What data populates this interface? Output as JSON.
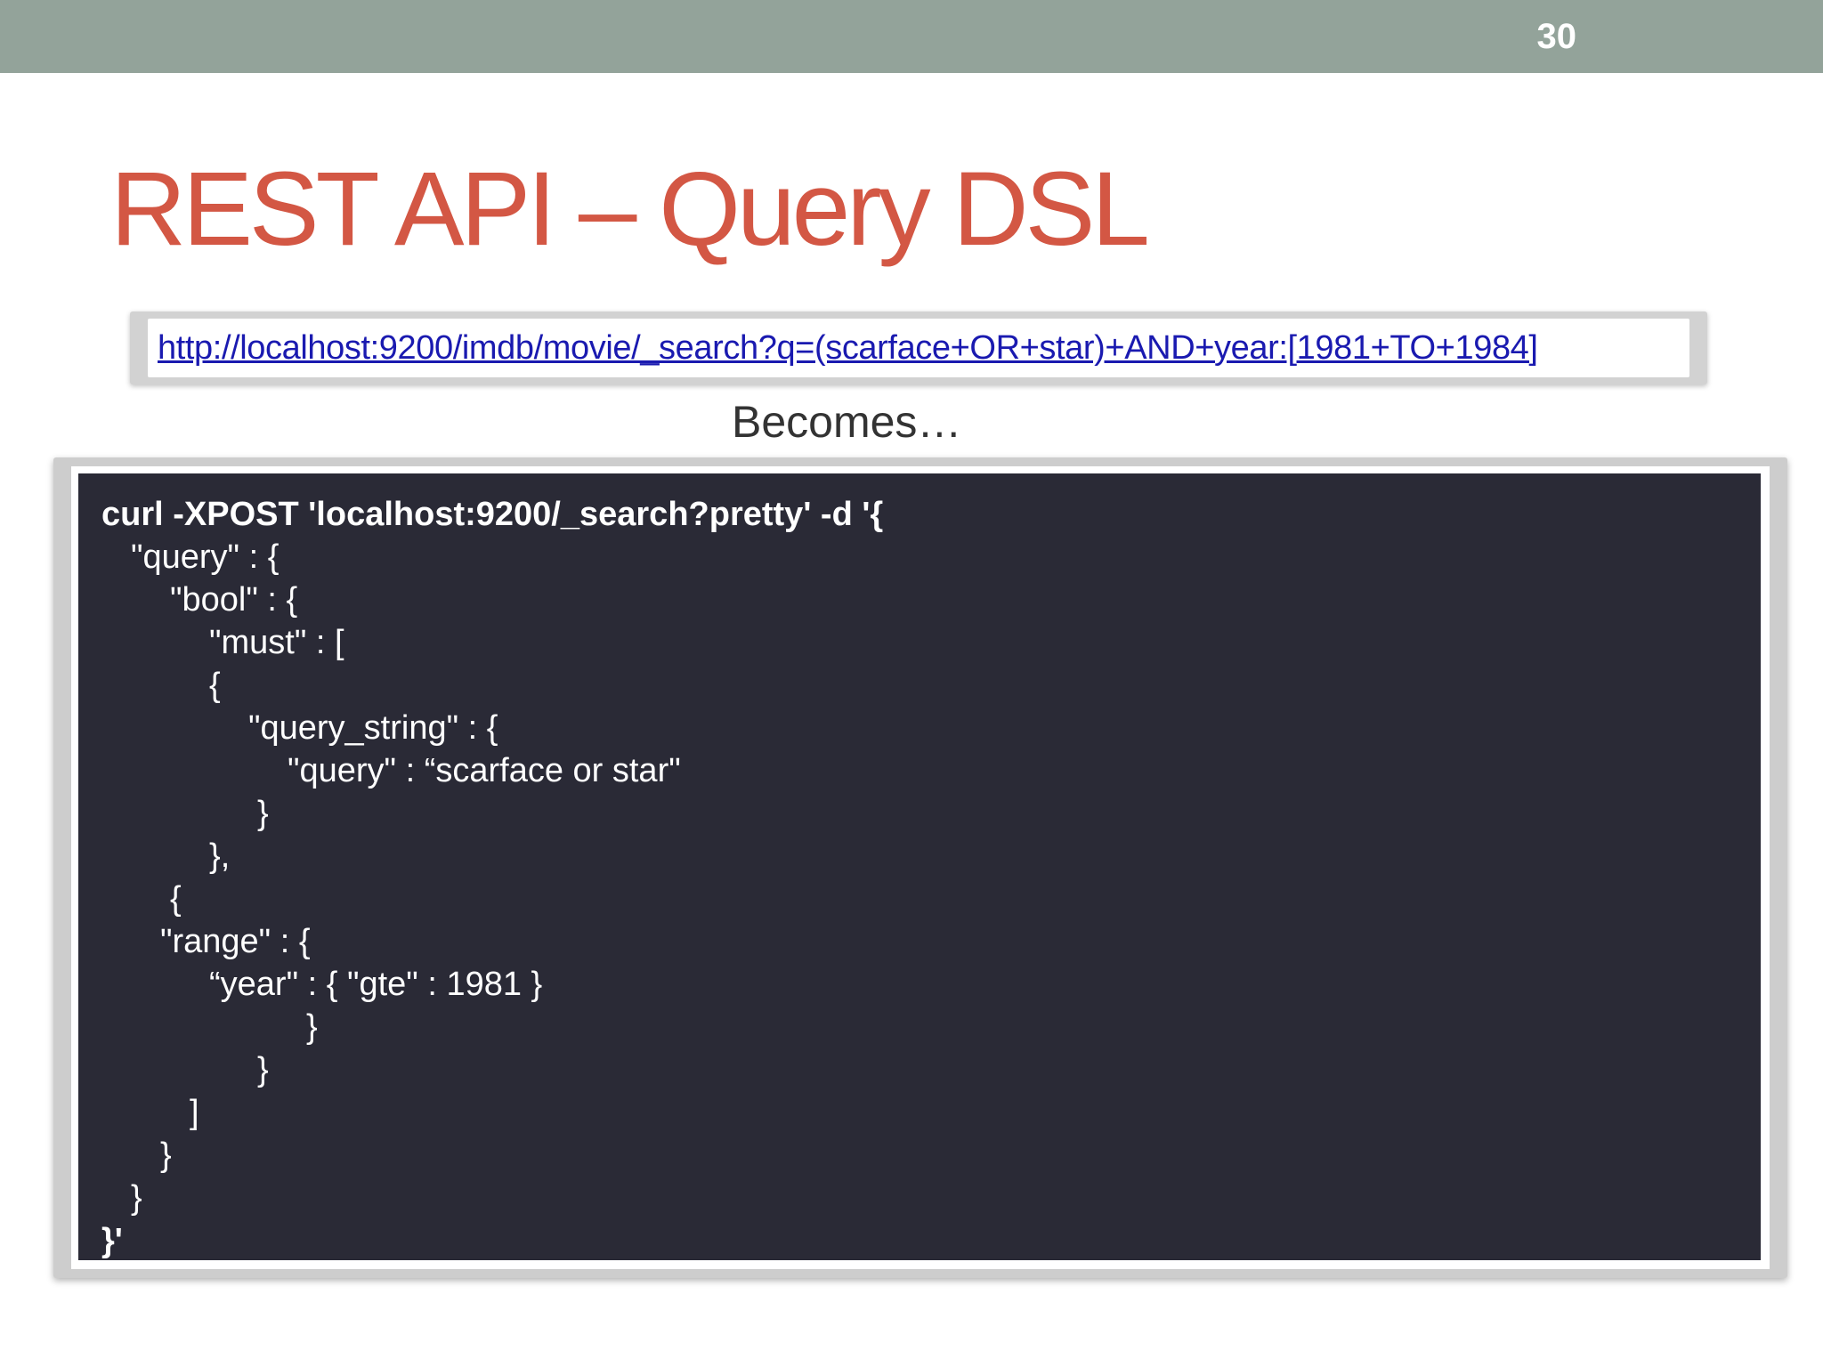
{
  "slide": {
    "number": "30",
    "title": "REST API – Query DSL",
    "url": "http://localhost:9200/imdb/movie/_search?q=(scarface+OR+star)+AND+year:[1981+TO+1984]",
    "becomes": "Becomes…"
  },
  "code": {
    "lines": [
      "curl -XPOST 'localhost:9200/_search?pretty' -d '{",
      "\"query\" : {",
      "\"bool\" : {",
      "\"must\" : [",
      "{",
      "\"query_string\" : {",
      "\"query\" : “scarface or star\"",
      "}",
      "},",
      "{",
      "\"range\" : {",
      "“year\" : { \"gte\" : 1981 }",
      "}",
      "}",
      "]",
      "}",
      "}",
      "}'"
    ]
  },
  "colors": {
    "top_bar": "#93a39a",
    "title": "#d35744",
    "link": "#1a1ab0",
    "code_background": "#2a2a36"
  }
}
